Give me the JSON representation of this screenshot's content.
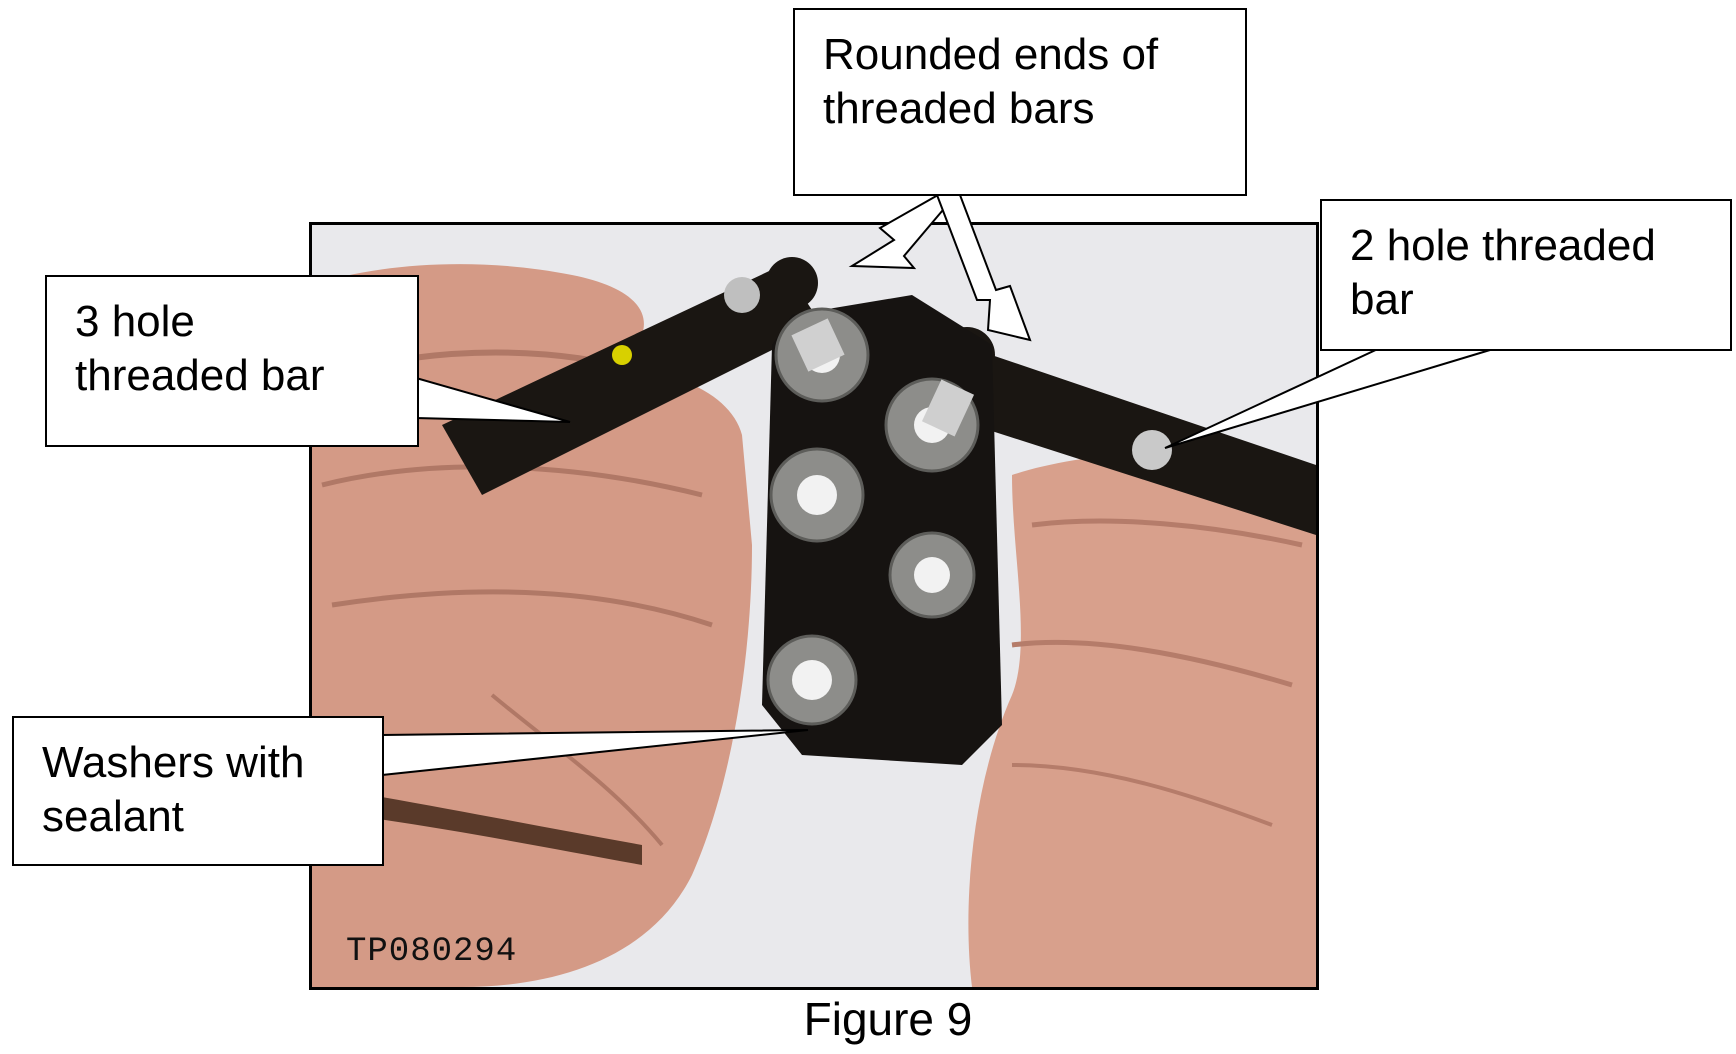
{
  "photo": {
    "code": "TP080294"
  },
  "callouts": {
    "rounded_ends": [
      "Rounded ends of",
      "threaded bars"
    ],
    "three_hole": [
      "3 hole",
      "threaded bar"
    ],
    "two_hole": [
      "2 hole threaded",
      "bar"
    ],
    "washers": [
      "Washers with",
      "sealant"
    ]
  },
  "caption": "Figure 9"
}
